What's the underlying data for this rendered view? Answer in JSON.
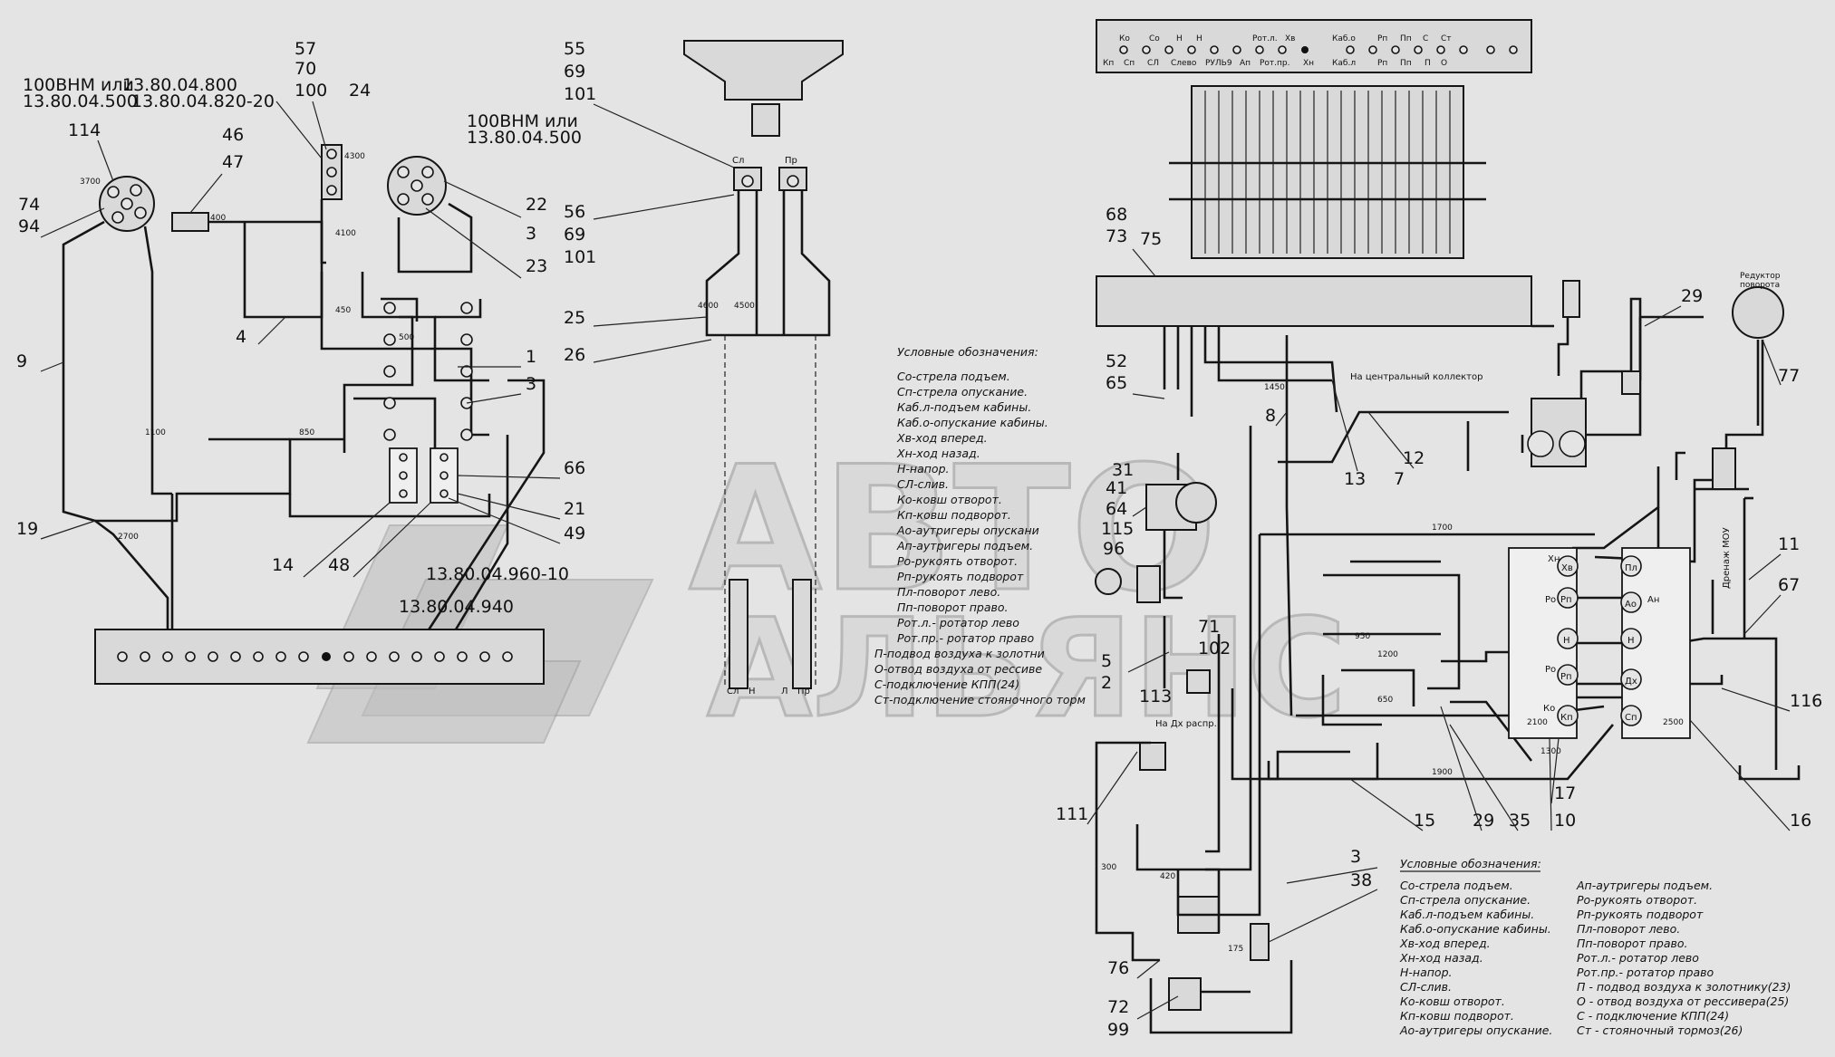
{
  "watermark": {
    "line1": "АВТО",
    "line2": "АЛЬЯНС"
  },
  "left_top_labels": {
    "rotator_spec": "100ВНМ или",
    "rotator_part": "13.80.04.500",
    "valve_part_1": "13.80.04.800",
    "valve_part_2": "13.80.04.820-20",
    "right_rotator_spec": "100ВНМ или",
    "right_rotator_part": "13.80.04.500",
    "part_1": "13.80.04.960-10",
    "part_2": "13.80.04.940",
    "central_collector": "На центральный коллектор",
    "to_dh_distributor": "На Дх распр.",
    "reducer_1": "Редуктор",
    "reducer_2": "поворота",
    "drain": "Дренаж МОУ"
  },
  "dims": [
    "3700",
    "4300",
    "4100",
    "400",
    "450",
    "500",
    "850",
    "1100",
    "2700",
    "1450",
    "1700",
    "1900",
    "1200",
    "950",
    "650",
    "2100",
    "2500",
    "1300",
    "300",
    "420",
    "175",
    "4600",
    "4500"
  ],
  "callouts": [
    "57",
    "70",
    "100",
    "24",
    "46",
    "47",
    "114",
    "74",
    "94",
    "9",
    "19",
    "4",
    "14",
    "48",
    "22",
    "3",
    "23",
    "1",
    "3",
    "66",
    "21",
    "49",
    "55",
    "69",
    "101",
    "56",
    "69",
    "101",
    "25",
    "26",
    "68",
    "73",
    "75",
    "52",
    "65",
    "31",
    "41",
    "64",
    "115",
    "96",
    "5",
    "2",
    "113",
    "71",
    "102",
    "111",
    "76",
    "72",
    "99",
    "38",
    "3",
    "12",
    "7",
    "13",
    "8",
    "29",
    "77",
    "11",
    "67",
    "116",
    "16",
    "17",
    "10",
    "35",
    "29",
    "15"
  ],
  "legend_center": {
    "title": "Условные обозначения:",
    "items": [
      "Со-стрела подъем.",
      "Сп-стрела опускание.",
      "Каб.л-подъем кабины.",
      "Каб.о-опускание кабины.",
      "Хв-ход вперед.",
      "Хн-ход назад.",
      "Н-напор.",
      "СЛ-слив.",
      "Ко-ковш отворот.",
      "Кп-ковш подворот.",
      "Ао-аутригеры опускани",
      "Ап-аутригеры подъем.",
      "Ро-рукоять отворот.",
      "Рп-рукоять подворот",
      "Пл-поворот лево.",
      "Пп-поворот право.",
      "Рот.л.- ротатор лево",
      "Рот.пр.- ротатор право",
      "П-подвод воздуха к золотни",
      "О-отвод воздуха от рессиве",
      "С-подключение КПП(24)",
      "Ст-подключение стояночного торм"
    ]
  },
  "legend_right": {
    "title": "Условные обозначения:",
    "col1": [
      "Со-стрела подъем.",
      "Сп-стрела опускание.",
      "Каб.л-подъем кабины.",
      "Каб.о-опускание кабины.",
      "Хв-ход вперед.",
      "Хн-ход назад.",
      "Н-напор.",
      "СЛ-слив.",
      "Ко-ковш отворот.",
      "Кп-ковш подворот.",
      "Ао-аутригеры опускание."
    ],
    "col2": [
      "Ап-аутригеры подъем.",
      "Ро-рукоять отворот.",
      "Рп-рукоять подворот",
      "Пл-поворот лево.",
      "Пп-поворот право.",
      "Рот.л.- ротатор лево",
      "Рот.пр.- ротатор право",
      "П - подвод воздуха к золотнику(23)",
      "О - отвод воздуха от рессивера(25)",
      "С - подключение КПП(24)",
      "Ст - стояночный тормоз(26)"
    ]
  },
  "valve_ports": [
    "Хн",
    "Хв",
    "Ро",
    "Рп",
    "Н",
    "Ро",
    "Рп",
    "Ко",
    "Кп",
    "Пл",
    "Ао",
    "Ан",
    "Н",
    "Дх",
    "Сп"
  ],
  "terminal_row_top": [
    "Ко",
    "Со",
    "Н",
    "Н",
    "Рот.л.",
    "Хв",
    "Каб.о",
    "Рп",
    "Пп",
    "С",
    "Ст"
  ],
  "terminal_row_bot": [
    "Кп",
    "Сп",
    "СЛ",
    "Слево",
    "РУЛЬ9",
    "Ап",
    "Рот.пр.",
    "Хн",
    "Каб.л",
    "Рп",
    "Пп",
    "П",
    "О"
  ],
  "joystick_labels": {
    "left": "Сл",
    "right": "Пр",
    "bottom": [
      "Сл",
      "Н",
      "Л",
      "Пр"
    ]
  }
}
